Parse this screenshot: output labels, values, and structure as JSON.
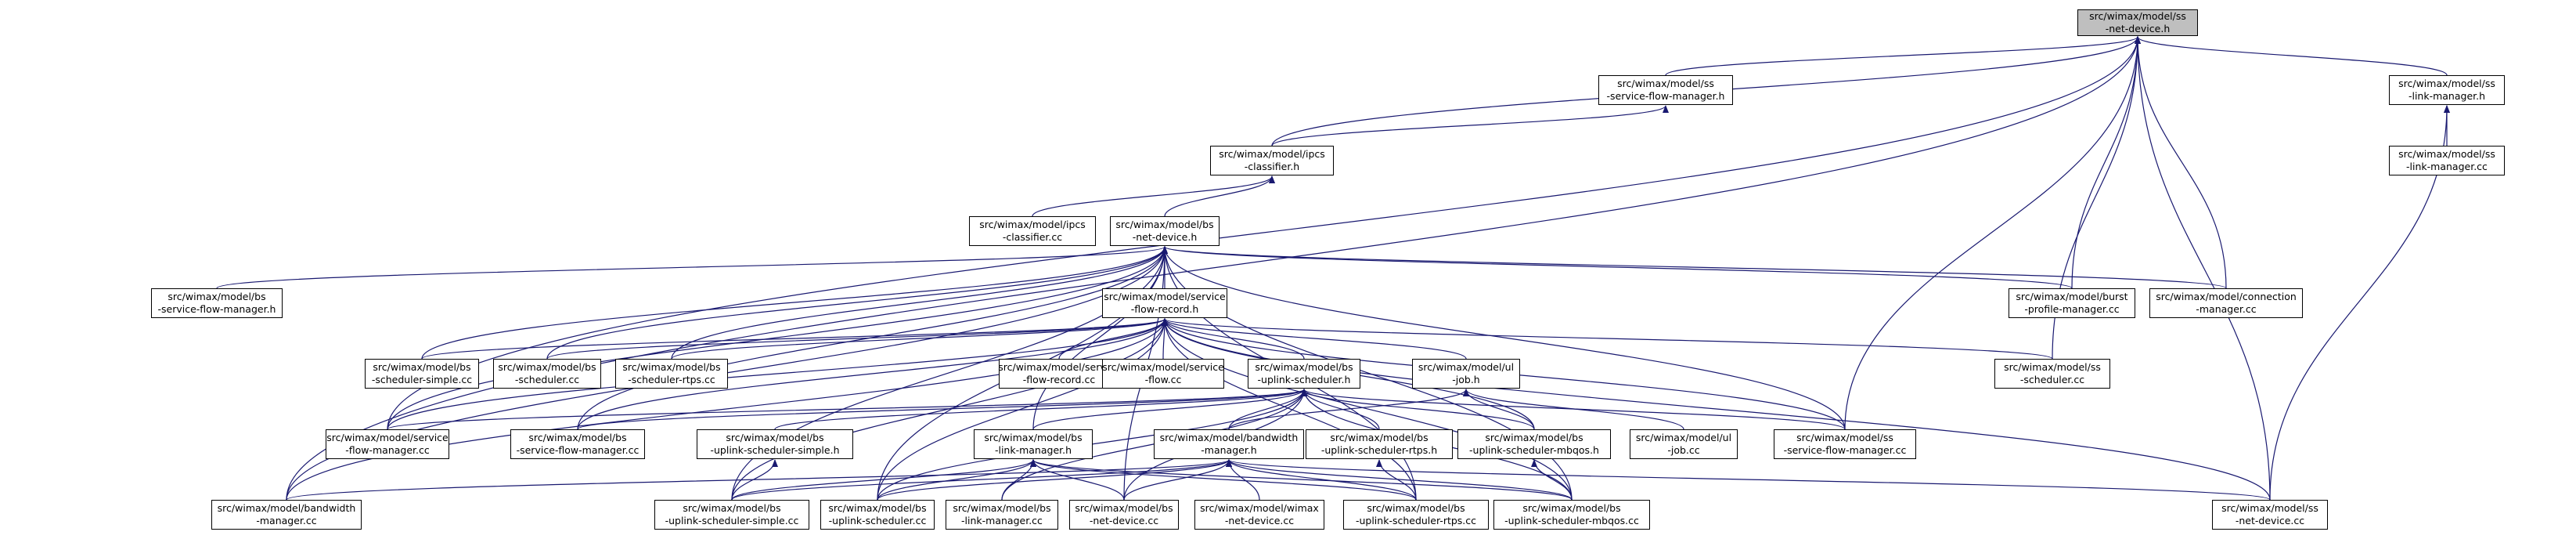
{
  "colors": {
    "edge": "#191970",
    "node_border": "#000000",
    "root_fill": "#bfbfbf",
    "node_fill": "#ffffff",
    "background": "#ffffff"
  },
  "nodes": [
    {
      "id": "ss_net_device_h",
      "lines": [
        "src/wimax/model/ss",
        "-net-device.h"
      ],
      "root": true
    },
    {
      "id": "ss_service_flow_manager_h",
      "lines": [
        "src/wimax/model/ss",
        "-service-flow-manager.h"
      ]
    },
    {
      "id": "ss_link_manager_h",
      "lines": [
        "src/wimax/model/ss",
        "-link-manager.h"
      ]
    },
    {
      "id": "ipcs_classifier_h",
      "lines": [
        "src/wimax/model/ipcs",
        "-classifier.h"
      ]
    },
    {
      "id": "ss_link_manager_cc",
      "lines": [
        "src/wimax/model/ss",
        "-link-manager.cc"
      ]
    },
    {
      "id": "ipcs_classifier_cc",
      "lines": [
        "src/wimax/model/ipcs",
        "-classifier.cc"
      ]
    },
    {
      "id": "bs_net_device_h",
      "lines": [
        "src/wimax/model/bs",
        "-net-device.h"
      ]
    },
    {
      "id": "bs_service_flow_manager_h",
      "lines": [
        "src/wimax/model/bs",
        "-service-flow-manager.h"
      ]
    },
    {
      "id": "service_flow_record_h",
      "lines": [
        "src/wimax/model/service",
        "-flow-record.h"
      ]
    },
    {
      "id": "burst_profile_manager_cc",
      "lines": [
        "src/wimax/model/burst",
        "-profile-manager.cc"
      ]
    },
    {
      "id": "connection_manager_cc",
      "lines": [
        "src/wimax/model/connection",
        "-manager.cc"
      ]
    },
    {
      "id": "bs_scheduler_simple_cc",
      "lines": [
        "src/wimax/model/bs",
        "-scheduler-simple.cc"
      ]
    },
    {
      "id": "bs_scheduler_cc",
      "lines": [
        "src/wimax/model/bs",
        "-scheduler.cc"
      ]
    },
    {
      "id": "bs_scheduler_rtps_cc",
      "lines": [
        "src/wimax/model/bs",
        "-scheduler-rtps.cc"
      ]
    },
    {
      "id": "service_flow_record_cc",
      "lines": [
        "src/wimax/model/service",
        "-flow-record.cc"
      ]
    },
    {
      "id": "service_flow_cc",
      "lines": [
        "src/wimax/model/service",
        "-flow.cc"
      ]
    },
    {
      "id": "bs_uplink_scheduler_h",
      "lines": [
        "src/wimax/model/bs",
        "-uplink-scheduler.h"
      ]
    },
    {
      "id": "ul_job_h",
      "lines": [
        "src/wimax/model/ul",
        "-job.h"
      ]
    },
    {
      "id": "ss_scheduler_cc",
      "lines": [
        "src/wimax/model/ss",
        "-scheduler.cc"
      ]
    },
    {
      "id": "service_flow_manager_cc",
      "lines": [
        "src/wimax/model/service",
        "-flow-manager.cc"
      ]
    },
    {
      "id": "bs_service_flow_manager_cc",
      "lines": [
        "src/wimax/model/bs",
        "-service-flow-manager.cc"
      ]
    },
    {
      "id": "bs_uplink_scheduler_simple_h",
      "lines": [
        "src/wimax/model/bs",
        "-uplink-scheduler-simple.h"
      ]
    },
    {
      "id": "bandwidth_manager_h",
      "lines": [
        "src/wimax/model/bandwidth",
        "-manager.h"
      ]
    },
    {
      "id": "bs_uplink_scheduler_rtps_h",
      "lines": [
        "src/wimax/model/bs",
        "-uplink-scheduler-rtps.h"
      ]
    },
    {
      "id": "bs_uplink_scheduler_mbqos_h",
      "lines": [
        "src/wimax/model/bs",
        "-uplink-scheduler-mbqos.h"
      ]
    },
    {
      "id": "ul_job_cc",
      "lines": [
        "src/wimax/model/ul",
        "-job.cc"
      ]
    },
    {
      "id": "ss_service_flow_manager_cc",
      "lines": [
        "src/wimax/model/ss",
        "-service-flow-manager.cc"
      ]
    },
    {
      "id": "bs_link_manager_h",
      "lines": [
        "src/wimax/model/bs",
        "-link-manager.h"
      ]
    },
    {
      "id": "bandwidth_manager_cc",
      "lines": [
        "src/wimax/model/bandwidth",
        "-manager.cc"
      ]
    },
    {
      "id": "bs_uplink_scheduler_simple_cc",
      "lines": [
        "src/wimax/model/bs",
        "-uplink-scheduler-simple.cc"
      ]
    },
    {
      "id": "bs_uplink_scheduler_cc",
      "lines": [
        "src/wimax/model/bs",
        "-uplink-scheduler.cc"
      ]
    },
    {
      "id": "bs_link_manager_cc",
      "lines": [
        "src/wimax/model/bs",
        "-link-manager.cc"
      ]
    },
    {
      "id": "bs_net_device_cc",
      "lines": [
        "src/wimax/model/bs",
        "-net-device.cc"
      ]
    },
    {
      "id": "wimax_net_device_cc",
      "lines": [
        "src/wimax/model/wimax",
        "-net-device.cc"
      ]
    },
    {
      "id": "bs_uplink_scheduler_rtps_cc",
      "lines": [
        "src/wimax/model/bs",
        "-uplink-scheduler-rtps.cc"
      ]
    },
    {
      "id": "bs_uplink_scheduler_mbqos_cc",
      "lines": [
        "src/wimax/model/bs",
        "-uplink-scheduler-mbqos.cc"
      ]
    },
    {
      "id": "ss_net_device_cc",
      "lines": [
        "src/wimax/model/ss",
        "-net-device.cc"
      ]
    }
  ],
  "edges": [
    [
      "ss_service_flow_manager_h",
      "ss_net_device_h"
    ],
    [
      "ss_link_manager_h",
      "ss_net_device_h"
    ],
    [
      "ipcs_classifier_h",
      "ss_net_device_h"
    ],
    [
      "burst_profile_manager_cc",
      "ss_net_device_h"
    ],
    [
      "connection_manager_cc",
      "ss_net_device_h"
    ],
    [
      "ss_scheduler_cc",
      "ss_net_device_h"
    ],
    [
      "ss_service_flow_manager_cc",
      "ss_net_device_h"
    ],
    [
      "ss_net_device_cc",
      "ss_net_device_h"
    ],
    [
      "bandwidth_manager_cc",
      "ss_net_device_h"
    ],
    [
      "service_flow_manager_cc",
      "ss_net_device_h"
    ],
    [
      "ipcs_classifier_h",
      "ss_service_flow_manager_h"
    ],
    [
      "ss_link_manager_cc",
      "ss_link_manager_h"
    ],
    [
      "ss_net_device_cc",
      "ss_link_manager_h"
    ],
    [
      "ipcs_classifier_cc",
      "ipcs_classifier_h"
    ],
    [
      "bs_net_device_h",
      "ipcs_classifier_h"
    ],
    [
      "bs_service_flow_manager_h",
      "bs_net_device_h"
    ],
    [
      "service_flow_record_h",
      "bs_net_device_h"
    ],
    [
      "burst_profile_manager_cc",
      "bs_net_device_h"
    ],
    [
      "connection_manager_cc",
      "bs_net_device_h"
    ],
    [
      "bs_scheduler_simple_cc",
      "bs_net_device_h"
    ],
    [
      "bs_scheduler_cc",
      "bs_net_device_h"
    ],
    [
      "bs_scheduler_rtps_cc",
      "bs_net_device_h"
    ],
    [
      "service_flow_manager_cc",
      "bs_net_device_h"
    ],
    [
      "bs_service_flow_manager_cc",
      "bs_net_device_h"
    ],
    [
      "bandwidth_manager_cc",
      "bs_net_device_h"
    ],
    [
      "bs_uplink_scheduler_simple_cc",
      "bs_net_device_h"
    ],
    [
      "bs_uplink_scheduler_cc",
      "bs_net_device_h"
    ],
    [
      "bs_net_device_cc",
      "bs_net_device_h"
    ],
    [
      "bs_uplink_scheduler_rtps_cc",
      "bs_net_device_h"
    ],
    [
      "bs_uplink_scheduler_mbqos_cc",
      "bs_net_device_h"
    ],
    [
      "ss_service_flow_manager_cc",
      "bs_net_device_h"
    ],
    [
      "bs_link_manager_h",
      "bs_net_device_h"
    ],
    [
      "bs_scheduler_simple_cc",
      "service_flow_record_h"
    ],
    [
      "bs_scheduler_cc",
      "service_flow_record_h"
    ],
    [
      "bs_scheduler_rtps_cc",
      "service_flow_record_h"
    ],
    [
      "service_flow_record_cc",
      "service_flow_record_h"
    ],
    [
      "service_flow_cc",
      "service_flow_record_h"
    ],
    [
      "bs_uplink_scheduler_h",
      "service_flow_record_h"
    ],
    [
      "ul_job_h",
      "service_flow_record_h"
    ],
    [
      "ss_scheduler_cc",
      "service_flow_record_h"
    ],
    [
      "service_flow_manager_cc",
      "service_flow_record_h"
    ],
    [
      "bs_service_flow_manager_cc",
      "service_flow_record_h"
    ],
    [
      "bs_uplink_scheduler_mbqos_h",
      "service_flow_record_h"
    ],
    [
      "ss_service_flow_manager_cc",
      "service_flow_record_h"
    ],
    [
      "bandwidth_manager_cc",
      "service_flow_record_h"
    ],
    [
      "bs_uplink_scheduler_simple_cc",
      "service_flow_record_h"
    ],
    [
      "bs_uplink_scheduler_cc",
      "service_flow_record_h"
    ],
    [
      "bs_uplink_scheduler_rtps_cc",
      "service_flow_record_h"
    ],
    [
      "bs_uplink_scheduler_mbqos_cc",
      "service_flow_record_h"
    ],
    [
      "ss_net_device_cc",
      "service_flow_record_h"
    ],
    [
      "service_flow_manager_cc",
      "bs_uplink_scheduler_h"
    ],
    [
      "bs_service_flow_manager_cc",
      "bs_uplink_scheduler_h"
    ],
    [
      "bs_uplink_scheduler_simple_h",
      "bs_uplink_scheduler_h"
    ],
    [
      "bandwidth_manager_h",
      "bs_uplink_scheduler_h"
    ],
    [
      "bs_uplink_scheduler_rtps_h",
      "bs_uplink_scheduler_h"
    ],
    [
      "bs_uplink_scheduler_mbqos_h",
      "bs_uplink_scheduler_h"
    ],
    [
      "ss_service_flow_manager_cc",
      "bs_uplink_scheduler_h"
    ],
    [
      "bs_link_manager_h",
      "bs_uplink_scheduler_h"
    ],
    [
      "bs_uplink_scheduler_cc",
      "bs_uplink_scheduler_h"
    ],
    [
      "bs_link_manager_cc",
      "bs_uplink_scheduler_h"
    ],
    [
      "bs_net_device_cc",
      "bs_uplink_scheduler_h"
    ],
    [
      "bs_uplink_scheduler_mbqos_cc",
      "bs_uplink_scheduler_h"
    ],
    [
      "bs_uplink_scheduler_mbqos_h",
      "ul_job_h"
    ],
    [
      "ul_job_cc",
      "ul_job_h"
    ],
    [
      "bandwidth_manager_h",
      "ul_job_h"
    ],
    [
      "bs_uplink_scheduler_simple_cc",
      "bs_uplink_scheduler_simple_h"
    ],
    [
      "bandwidth_manager_cc",
      "bandwidth_manager_h"
    ],
    [
      "bs_uplink_scheduler_simple_cc",
      "bandwidth_manager_h"
    ],
    [
      "bs_uplink_scheduler_cc",
      "bandwidth_manager_h"
    ],
    [
      "bs_net_device_cc",
      "bandwidth_manager_h"
    ],
    [
      "wimax_net_device_cc",
      "bandwidth_manager_h"
    ],
    [
      "bs_uplink_scheduler_rtps_cc",
      "bandwidth_manager_h"
    ],
    [
      "bs_uplink_scheduler_mbqos_cc",
      "bandwidth_manager_h"
    ],
    [
      "ss_net_device_cc",
      "bandwidth_manager_h"
    ],
    [
      "bs_uplink_scheduler_rtps_cc",
      "bs_uplink_scheduler_rtps_h"
    ],
    [
      "bs_uplink_scheduler_mbqos_cc",
      "bs_uplink_scheduler_mbqos_h"
    ],
    [
      "bs_uplink_scheduler_simple_cc",
      "bs_link_manager_h"
    ],
    [
      "bs_uplink_scheduler_cc",
      "bs_link_manager_h"
    ],
    [
      "bs_link_manager_cc",
      "bs_link_manager_h"
    ],
    [
      "bs_net_device_cc",
      "bs_link_manager_h"
    ],
    [
      "bs_uplink_scheduler_rtps_cc",
      "bs_link_manager_h"
    ],
    [
      "bs_uplink_scheduler_mbqos_cc",
      "bs_link_manager_h"
    ]
  ]
}
